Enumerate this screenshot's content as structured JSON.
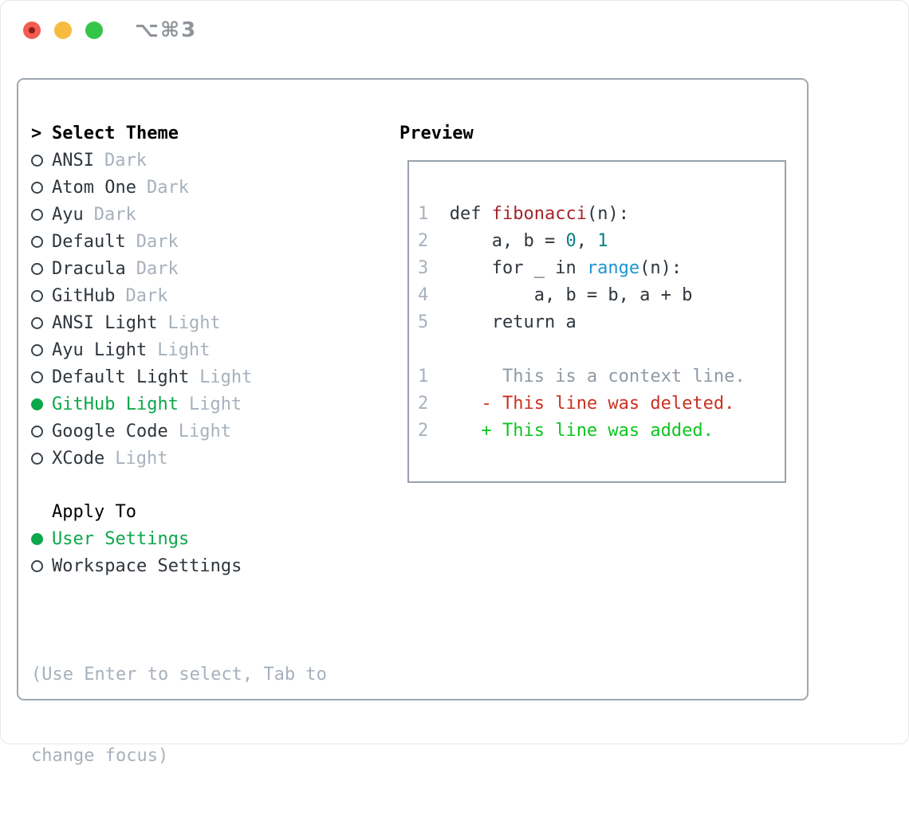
{
  "window": {
    "title": "⌥⌘3",
    "traffic_lights": [
      {
        "name": "close-button",
        "color": "#f45c51",
        "dot": "#8c1d18"
      },
      {
        "name": "minimize-button",
        "color": "#f6bb40"
      },
      {
        "name": "zoom-button",
        "color": "#35c649"
      }
    ]
  },
  "theme_list": {
    "prompt": ">",
    "heading": "Select Theme",
    "items": [
      {
        "label": "ANSI",
        "tag": "Dark",
        "selected": false
      },
      {
        "label": "Atom One",
        "tag": "Dark",
        "selected": false
      },
      {
        "label": "Ayu",
        "tag": "Dark",
        "selected": false
      },
      {
        "label": "Default",
        "tag": "Dark",
        "selected": false
      },
      {
        "label": "Dracula",
        "tag": "Dark",
        "selected": false
      },
      {
        "label": "GitHub",
        "tag": "Dark",
        "selected": false
      },
      {
        "label": "ANSI Light",
        "tag": "Light",
        "selected": false
      },
      {
        "label": "Ayu Light",
        "tag": "Light",
        "selected": false
      },
      {
        "label": "Default Light",
        "tag": "Light",
        "selected": false
      },
      {
        "label": "GitHub Light",
        "tag": "Light",
        "selected": true
      },
      {
        "label": "Google Code",
        "tag": "Light",
        "selected": false
      },
      {
        "label": "XCode",
        "tag": "Light",
        "selected": false
      }
    ]
  },
  "apply_to": {
    "heading": "Apply To",
    "options": [
      {
        "label": "User Settings",
        "selected": true
      },
      {
        "label": "Workspace Settings",
        "selected": false
      }
    ]
  },
  "hint": {
    "line1": "(Use Enter to select, Tab to",
    "line2": "change focus)"
  },
  "preview": {
    "heading": "Preview",
    "lines": [
      {
        "name": "code-line-1",
        "segments": [
          {
            "c": "g",
            "t": "1  "
          },
          {
            "c": "fg",
            "t": "def "
          },
          {
            "c": "fn",
            "t": "fibonacci"
          },
          {
            "c": "fg",
            "t": "(n):"
          }
        ]
      },
      {
        "name": "code-line-2",
        "segments": [
          {
            "c": "g",
            "t": "2  "
          },
          {
            "c": "fg",
            "t": "    a, b = "
          },
          {
            "c": "num",
            "t": "0"
          },
          {
            "c": "fg",
            "t": ", "
          },
          {
            "c": "num",
            "t": "1"
          }
        ]
      },
      {
        "name": "code-line-3",
        "segments": [
          {
            "c": "g",
            "t": "3  "
          },
          {
            "c": "fg",
            "t": "    for _ in "
          },
          {
            "c": "bi",
            "t": "range"
          },
          {
            "c": "fg",
            "t": "(n):"
          }
        ]
      },
      {
        "name": "code-line-4",
        "segments": [
          {
            "c": "g",
            "t": "4  "
          },
          {
            "c": "fg",
            "t": "        a, b = b, a + b"
          }
        ]
      },
      {
        "name": "code-line-5",
        "segments": [
          {
            "c": "g",
            "t": "5  "
          },
          {
            "c": "fg",
            "t": "    return a"
          }
        ]
      },
      {
        "name": "code-line-blank",
        "segments": []
      },
      {
        "name": "diff-line-context",
        "segments": [
          {
            "c": "g",
            "t": "1  "
          },
          {
            "c": "ctx",
            "t": "     This is a context line."
          }
        ]
      },
      {
        "name": "diff-line-deleted",
        "segments": [
          {
            "c": "g",
            "t": "2  "
          },
          {
            "c": "del",
            "t": "   - This line was deleted."
          }
        ]
      },
      {
        "name": "diff-line-added",
        "segments": [
          {
            "c": "g",
            "t": "2  "
          },
          {
            "c": "add",
            "t": "   + This line was added."
          }
        ]
      }
    ]
  },
  "colors": {
    "accent_green": "#0ca74a",
    "added_green": "#0fc423",
    "deleted_red": "#c93222",
    "function_red": "#a6252b",
    "number_teal": "#0b7f85",
    "builtin_blue": "#1e95cf",
    "muted_gray": "#a7b1bc",
    "text_dark": "#2f363d"
  }
}
